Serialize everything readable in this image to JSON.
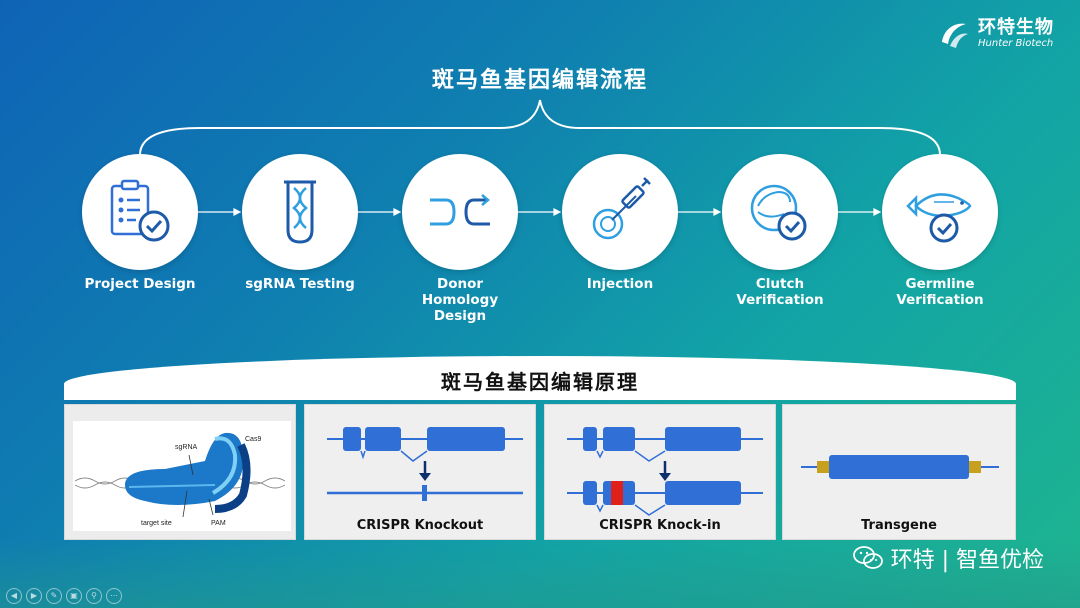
{
  "logo": {
    "cn": "环特生物",
    "en": "Hunter Biotech"
  },
  "title": "斑马鱼基因编辑流程",
  "steps": [
    {
      "label": "Project Design",
      "icon": "clipboard-check-icon"
    },
    {
      "label": "sgRNA Testing",
      "icon": "test-tube-dna-icon"
    },
    {
      "label": "Donor\nHomology\nDesign",
      "icon": "crossover-arrows-icon"
    },
    {
      "label": "Injection",
      "icon": "syringe-embryo-icon"
    },
    {
      "label": "Clutch\nVerification",
      "icon": "embryo-check-icon"
    },
    {
      "label": "Germline\nVerification",
      "icon": "fish-check-icon"
    }
  ],
  "principle_title": "斑马鱼基因编辑原理",
  "panels": [
    {
      "label": "",
      "annotations": {
        "sgrna": "sgRNA",
        "cas9": "Cas9",
        "target": "target site",
        "pam": "PAM"
      }
    },
    {
      "label": "CRISPR Knockout"
    },
    {
      "label": "CRISPR Knock-in"
    },
    {
      "label": "Transgene"
    }
  ],
  "footer": {
    "text": "环特 | 智鱼优检"
  },
  "colors": {
    "accent": "#2f6fd6",
    "insert": "#e0201b",
    "flank": "#c8a020"
  }
}
